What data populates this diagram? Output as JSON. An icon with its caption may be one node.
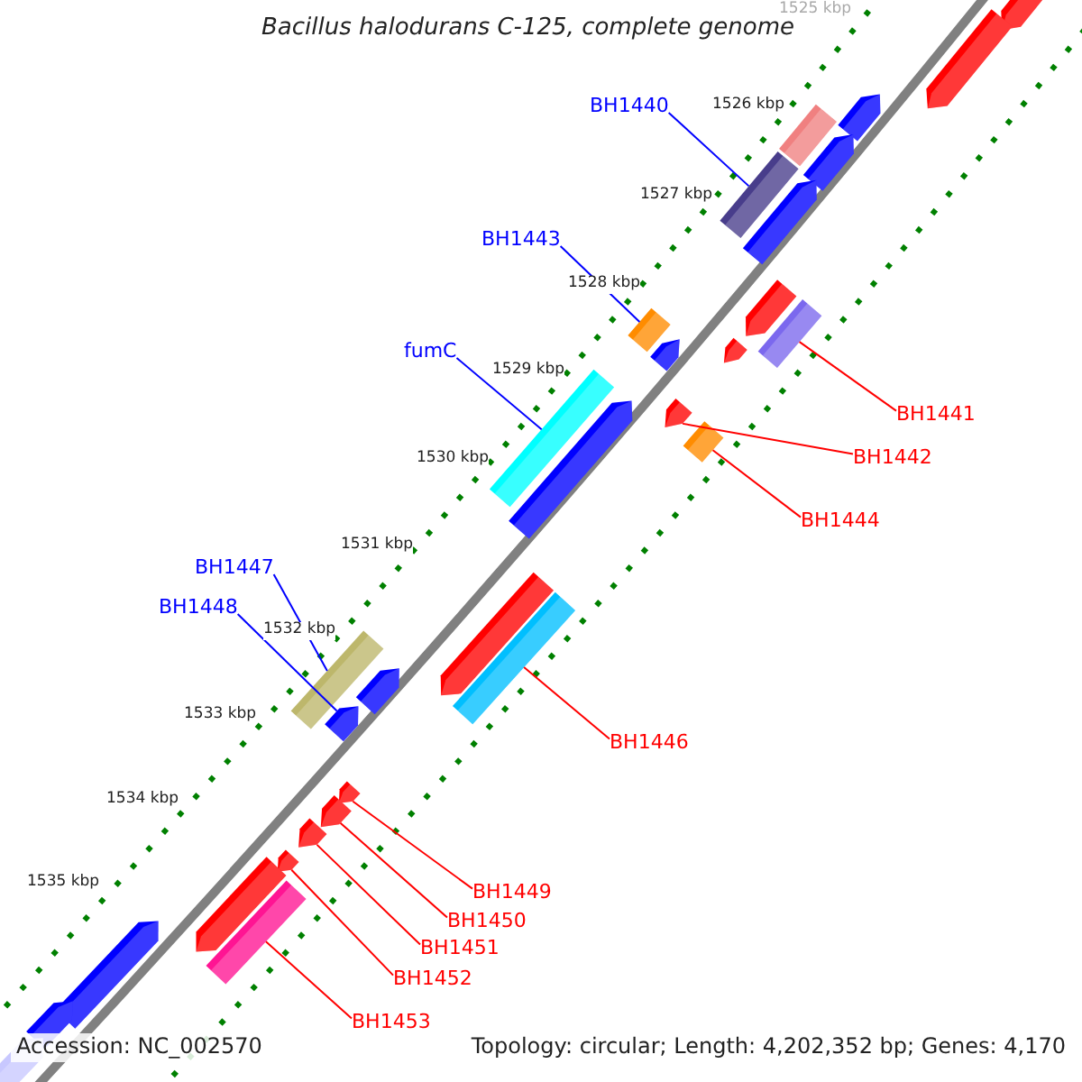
{
  "diagram": {
    "title": "Bacillus halodurans C-125, complete genome",
    "nodes": [
      {
        "text": [
          "BH1440"
        ]
      },
      {
        "text": [],
        "shape": "box"
      },
      {
        "text": [
          "BH1443"
        ]
      },
      {
        "text": [],
        "shape": "box"
      },
      {
        "text": [
          "fumC"
        ]
      },
      {
        "text": [],
        "shape": "box"
      },
      {
        "text": [
          "BH1441"
        ]
      },
      {
        "text": [],
        "shape": "box"
      },
      {
        "text": [
          "BH1442"
        ]
      },
      {
        "text": [],
        "shape": "arrow"
      },
      {
        "text": [
          "BH1444"
        ]
      },
      {
        "text": [],
        "shape": "box"
      },
      {
        "text": [
          "BH1447"
        ]
      },
      {
        "text": [],
        "shape": "box"
      },
      {
        "text": [
          "BH1448"
        ]
      },
      {
        "text": [],
        "shape": "arrow"
      },
      {
        "text": [
          "BH1446"
        ]
      },
      {
        "text": [],
        "shape": "box"
      },
      {
        "text": [
          "BH1449"
        ]
      },
      {
        "text": [],
        "shape": "arrow"
      },
      {
        "text": [
          "BH1450"
        ]
      },
      {
        "text": [],
        "shape": "arrow"
      },
      {
        "text": [
          "BH1451"
        ]
      },
      {
        "text": [],
        "shape": "arrow"
      },
      {
        "text": [
          "BH1452"
        ]
      },
      {
        "text": [],
        "shape": "arrow"
      },
      {
        "text": [
          "BH1453"
        ]
      },
      {
        "text": [],
        "shape": "box"
      },
      {
        "text": [],
        "shape": "arrow"
      },
      {
        "text": [],
        "shape": "arrow"
      },
      {
        "text": [],
        "shape": "arrow"
      },
      {
        "text": [],
        "shape": "box"
      },
      {
        "text": [],
        "shape": "arrow"
      },
      {
        "text": [],
        "shape": "arrow"
      },
      {
        "text": [],
        "shape": "arrow"
      },
      {
        "text": [],
        "shape": "arrow"
      },
      {
        "text": [],
        "shape": "arrow"
      },
      {
        "text": [],
        "shape": "arrow"
      },
      {
        "text": [],
        "shape": "arrow"
      },
      {
        "text": [],
        "shape": "arrow"
      },
      {
        "text": [],
        "shape": "arrow"
      },
      {
        "text": [],
        "shape": "arrow"
      },
      {
        "text": [],
        "shape": "arrow"
      },
      {
        "text": [],
        "shape": "arrow"
      }
    ],
    "edges": [
      {
        "from": 0,
        "to": 1,
        "arrow": "none",
        "color": "#0000ff"
      },
      {
        "from": 2,
        "to": 3,
        "arrow": "none",
        "color": "#0000ff"
      },
      {
        "from": 4,
        "to": 5,
        "arrow": "none",
        "color": "#0000ff"
      },
      {
        "from": 6,
        "to": 7,
        "arrow": "none"
      },
      {
        "from": 8,
        "to": 9,
        "arrow": "none"
      },
      {
        "from": 10,
        "to": 11,
        "arrow": "none"
      },
      {
        "from": 12,
        "to": 13,
        "arrow": "none",
        "color": "#0000ff"
      },
      {
        "from": 14,
        "to": 15,
        "arrow": "none",
        "color": "#0000ff"
      },
      {
        "from": 16,
        "to": 17,
        "arrow": "none"
      },
      {
        "from": 18,
        "to": 19,
        "arrow": "none"
      },
      {
        "from": 20,
        "to": 21,
        "arrow": "none"
      },
      {
        "from": 22,
        "to": 23,
        "arrow": "none"
      },
      {
        "from": 24,
        "to": 25,
        "arrow": "none"
      },
      {
        "from": 26,
        "to": 27,
        "arrow": "none"
      }
    ],
    "labels": [
      "1525 kbp",
      "1526 kbp",
      "1527 kbp",
      "1528 kbp",
      "1529 kbp",
      "1530 kbp",
      "1531 kbp",
      "1532 kbp",
      "1533 kbp",
      "1534 kbp",
      "1535 kbp",
      "Accession: NC_002570",
      "Topology: circular; Length: 4,202,352 bp; Genes: 4,170"
    ]
  }
}
